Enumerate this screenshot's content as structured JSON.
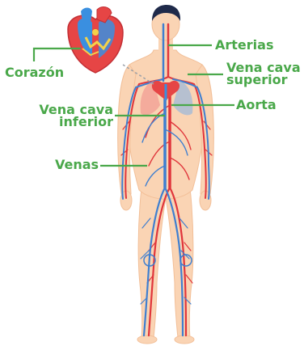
{
  "labels": {
    "corazon": "Corazón",
    "arterias": "Arterias",
    "vena_cava_superior_line1": "Vena cava",
    "vena_cava_superior_line2": "superior",
    "aorta": "Aorta",
    "vena_cava_inferior_line1": "Vena cava",
    "vena_cava_inferior_line2": "inferior",
    "venas": "Venas"
  },
  "colors": {
    "label": "#4aa84a",
    "skin": "#fad4b4",
    "skin_shade": "#f2bf98",
    "hair": "#1f2a4a",
    "artery": "#e0353b",
    "vein": "#3f7fd0",
    "heart_red": "#e64545",
    "heart_blue": "#3a8fe0",
    "heart_yellow": "#f4d24a"
  }
}
